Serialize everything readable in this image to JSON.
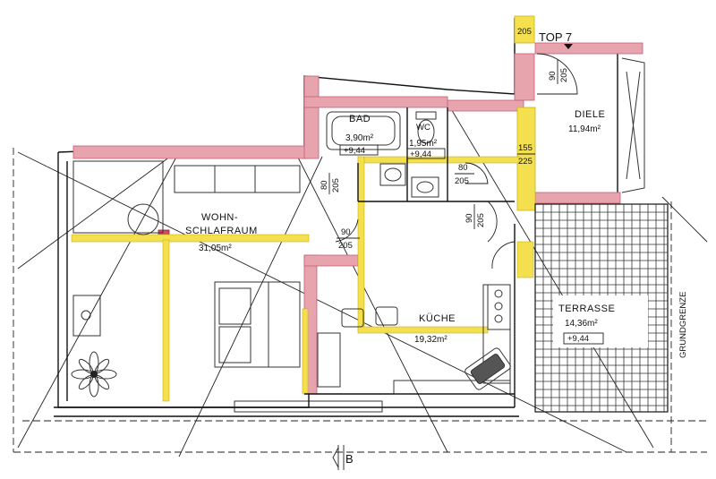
{
  "colors": {
    "red_wall": "#e8a4ad",
    "red_wall_edge": "#c4607a",
    "yellow_wall": "#f4e04e",
    "yellow_wall_edge": "#c9b21a",
    "lines": "#111111"
  },
  "unit": {
    "label": "TOP 7"
  },
  "rooms": {
    "bad": {
      "name": "BAD",
      "area": "3,90m²",
      "height": "+9,44"
    },
    "wc": {
      "name": "WC",
      "area": "1,95m²",
      "height": "+9,44"
    },
    "diele": {
      "name": "DIELE",
      "area": "11,94m²"
    },
    "wohn": {
      "name1": "WOHN-",
      "name2": "SCHLAFRAUM",
      "area": "31,05m²"
    },
    "kueche": {
      "name": "KÜCHE",
      "area": "19,32m²"
    },
    "terrasse": {
      "name": "TERRASSE",
      "area": "14,36m²",
      "height": "+9,44"
    }
  },
  "doors": [
    {
      "width": "90",
      "height": "205"
    },
    {
      "width": "80",
      "height": "205"
    },
    {
      "width": "80",
      "height": "205"
    },
    {
      "width": "90",
      "height": "205"
    },
    {
      "width": "90",
      "height": "205"
    },
    {
      "width": "155",
      "height": "225"
    }
  ],
  "top_opening": {
    "value": "205"
  },
  "side_label": "GRUNDGRENZE",
  "section_marker": "B",
  "icons": [
    "toilet-icon",
    "bathtub-icon",
    "sink-icon",
    "stove-icon",
    "plant-icon",
    "dining-table-icon",
    "bed-icon"
  ]
}
